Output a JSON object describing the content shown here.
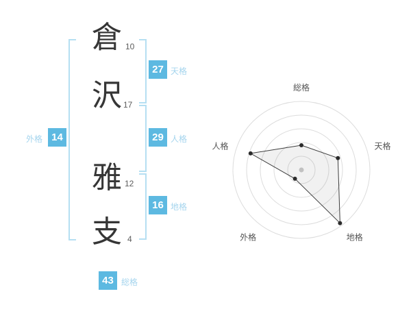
{
  "page": {
    "background": "#ffffff"
  },
  "name_panel": {
    "characters": [
      {
        "glyph": "倉",
        "strokes": "10"
      },
      {
        "glyph": "沢",
        "strokes": "17"
      },
      {
        "glyph": "雅",
        "strokes": "12"
      },
      {
        "glyph": "支",
        "strokes": "4"
      }
    ],
    "kaku": [
      {
        "id": "tenkaku",
        "value": "27",
        "label": "天格"
      },
      {
        "id": "jinkaku",
        "value": "29",
        "label": "人格"
      },
      {
        "id": "chikaku",
        "value": "16",
        "label": "地格"
      },
      {
        "id": "soukaku",
        "value": "43",
        "label": "総格"
      },
      {
        "id": "gaikaku",
        "value": "14",
        "label": "外格"
      }
    ],
    "colors": {
      "badge_blue": "#5db9e1",
      "label_blue": "#a5d5ee",
      "bracket_blue": "#b5dff2"
    }
  },
  "chart_data": {
    "type": "radar",
    "title": "",
    "axes": [
      "総格",
      "天格",
      "地格",
      "外格",
      "人格"
    ],
    "values": [
      36,
      56,
      96,
      16,
      78
    ],
    "max": 100,
    "rings": 5,
    "start_angle_deg": -90,
    "direction": "clockwise",
    "legend": "none",
    "styles": {
      "ring_stroke": "#dcdcdc",
      "polygon_fill": "rgba(140,140,140,0.12)",
      "polygon_stroke": "#3c3c3c",
      "point_fill": "#2b2b2b",
      "center_dot": "#c9c9c9",
      "axis_label_color": "#555555"
    }
  }
}
